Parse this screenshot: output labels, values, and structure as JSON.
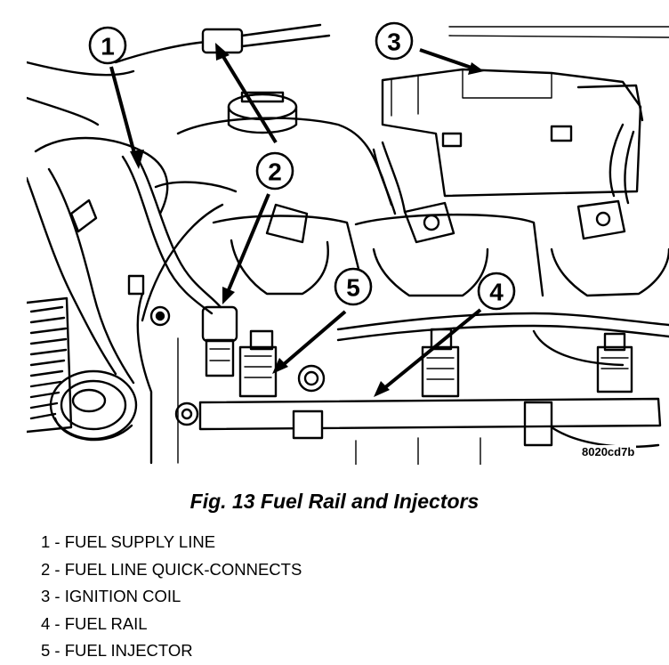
{
  "figure": {
    "image_code": "8020cd7b",
    "callouts": [
      "1",
      "2",
      "3",
      "4",
      "5"
    ]
  },
  "caption": "Fig. 13 Fuel Rail and Injectors",
  "legend": [
    "1 - FUEL SUPPLY LINE",
    "2 - FUEL LINE QUICK-CONNECTS",
    "3 - IGNITION COIL",
    "4 - FUEL RAIL",
    "5 - FUEL INJECTOR"
  ]
}
